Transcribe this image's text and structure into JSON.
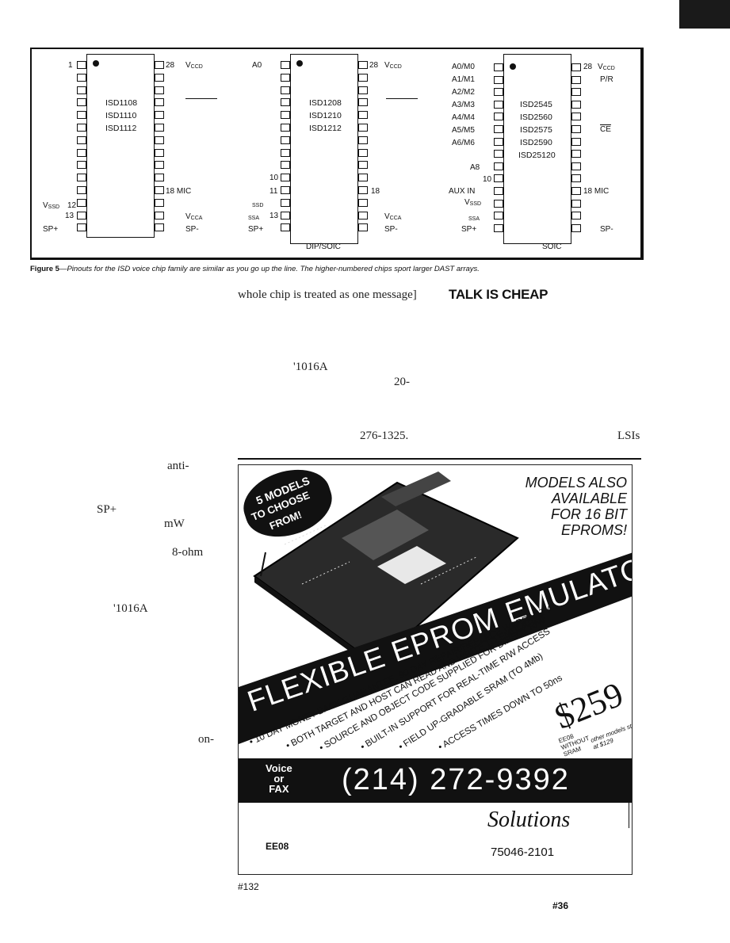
{
  "figure": {
    "chip1": {
      "models": [
        "ISD1108",
        "ISD1110",
        "ISD1112"
      ],
      "pin1": "1",
      "pin28": "28",
      "vccd": "V",
      "vccd_sub": "CCD",
      "pin18": "18 MIC",
      "vssd_label": "V",
      "vssd_sub": "SSD",
      "pin12": "12",
      "pin13": "13",
      "vcca": "V",
      "vcca_sub": "CCA",
      "spplus": "SP+",
      "spminus": "SP-"
    },
    "chip2": {
      "models": [
        "ISD1208",
        "ISD1210",
        "ISD1212"
      ],
      "a0": "A0",
      "pin28": "28",
      "vccd": "V",
      "vccd_sub": "CCD",
      "pin10": "10",
      "pin11": "11",
      "pin18": "18",
      "ssd": "SSD",
      "ssa": "SSA",
      "pin13": "13",
      "vcca": "V",
      "vcca_sub": "CCA",
      "spplus": "SP+",
      "spminus": "SP-",
      "package": "DIP/SOIC"
    },
    "chip3": {
      "models": [
        "ISD2545",
        "ISD2560",
        "ISD2575",
        "ISD2590",
        "ISD25120"
      ],
      "addr": [
        "A0/M0",
        "A1/M1",
        "A2/M2",
        "A3/M3",
        "A4/M4",
        "A5/M5",
        "A6/M6"
      ],
      "a8": "A8",
      "pin10": "10",
      "auxin": "AUX IN",
      "vssd": "V",
      "vssd_sub": "SSD",
      "ssa": "SSA",
      "spplus": "SP+",
      "pin28": "28",
      "vccd": "V",
      "vccd_sub": "CCD",
      "pr": "P/R",
      "ce": "CE",
      "pin18": "18 MIC",
      "spminus": "SP-",
      "package": "SOIC"
    },
    "caption_label": "Figure 5",
    "caption_text": "—Pinouts for the ISD voice chip family are similar as you go up the line. The higher-numbered chips sport larger DAST arrays."
  },
  "body": {
    "frag_whole_chip": "whole chip is treated as one message]",
    "heading": "TALK IS CHEAP",
    "frag_1016a_top": "'1016A",
    "frag_20": "20-",
    "frag_phone": "276-1325.",
    "frag_lsis": "LSIs",
    "frag_anti": "anti-",
    "frag_spplus": "SP+",
    "frag_mw": "mW",
    "frag_8ohm": "8-ohm",
    "frag_1016a_low": "'1016A",
    "frag_on": "on-",
    "ref_132": "#132",
    "ref_36": "#36"
  },
  "ad": {
    "burst": [
      "5 MODELS",
      "TO CHOOSE",
      "FROM!"
    ],
    "models_also": [
      "MODELS ALSO",
      "AVAILABLE",
      "FOR 16 BIT",
      "EPROMS!"
    ],
    "banner": "FLEXIBLE EPROM EMULATORS",
    "features": [
      "• 10 DAY MONEY-BACK GUARANTEE, 90 DAY REPAIR/REPLACE WARRANTY",
      "• BOTH TARGET AND HOST CAN READ AND WRITE TO EMULATOR",
      "• SOURCE AND OBJECT CODE SUPPLIED FOR DIRECT R/W",
      "• BUILT-IN SUPPORT FOR REAL-TIME R/W ACCESS",
      "• FIELD UP-GRADABLE SRAM (TO 4Mb)",
      "• ACCESS TIMES DOWN TO 50ns"
    ],
    "price": "$259",
    "ee08_without": [
      "EE08",
      "WITHOUT",
      "SRAM"
    ],
    "other_models": [
      "other models start",
      "at $129"
    ],
    "voice_fax": [
      "Voice",
      "or",
      "FAX"
    ],
    "phone": "(214) 272-9392",
    "solutions": "Solutions",
    "ee08": "EE08",
    "zip": "75046-2101"
  },
  "colors": {
    "ink": "#111111",
    "paper": "#ffffff"
  }
}
